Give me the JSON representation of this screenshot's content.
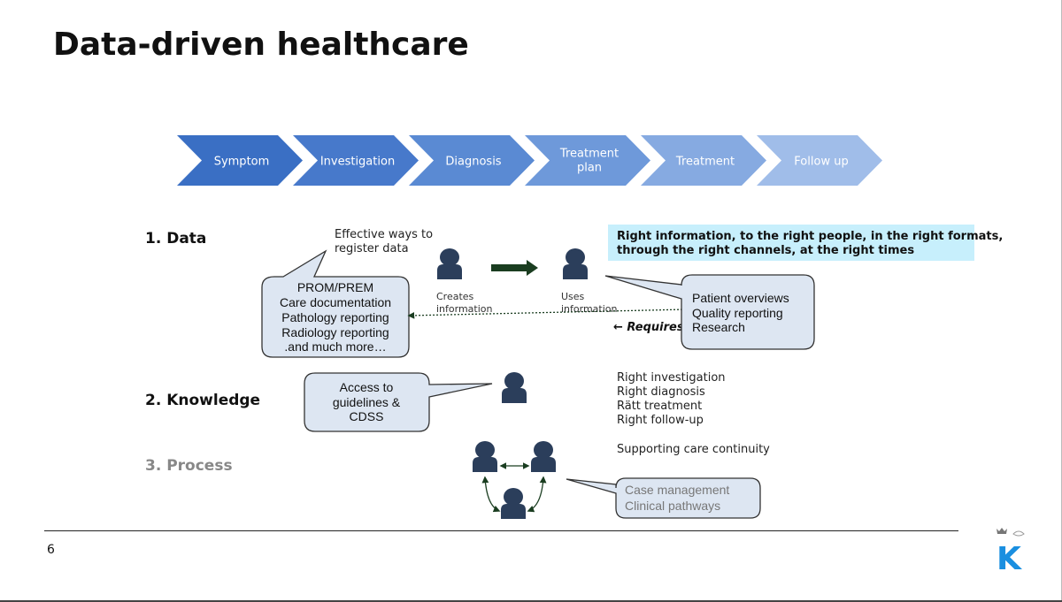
{
  "title": "Data-driven healthcare",
  "process_steps": [
    {
      "line1": "Symptom",
      "line2": "",
      "color": "#3a6fc4"
    },
    {
      "line1": "Investigation",
      "line2": "",
      "color": "#4779cb"
    },
    {
      "line1": "Diagnosis",
      "line2": "",
      "color": "#5a8ad3"
    },
    {
      "line1": "Treatment",
      "line2": "plan",
      "color": "#6e99da"
    },
    {
      "line1": "Treatment",
      "line2": "",
      "color": "#86aae1"
    },
    {
      "line1": "Follow up",
      "line2": "",
      "color": "#a0bde9"
    }
  ],
  "sections": {
    "data": "1. Data",
    "knowledge": "2. Knowledge",
    "process": "3. Process"
  },
  "data_row": {
    "register_note": [
      "Effective ways to",
      "register data"
    ],
    "register_callout": [
      "PROM/PREM",
      "Care documentation",
      "Pathology reporting",
      "Radiology reporting",
      ".and much more…"
    ],
    "creates_label": [
      "Creates",
      "information"
    ],
    "uses_label": [
      "Uses",
      "information"
    ],
    "requires_label": "← Requires",
    "highlight": [
      "Right information, to the right people, in the right formats,",
      "through the right channels, at the right times"
    ],
    "uses_callout": [
      "Patient overviews",
      "Quality reporting",
      "Research"
    ]
  },
  "knowledge_row": {
    "callout": [
      "Access to",
      "guidelines &",
      "CDSS"
    ],
    "rights": [
      "Right investigation",
      "Right diagnosis",
      "Rätt treatment",
      "Right follow-up"
    ]
  },
  "process_row": {
    "continuity": "Supporting care continuity",
    "callout": [
      "Case management",
      "Clinical pathways"
    ]
  },
  "footer": {
    "page_number": "6",
    "logo_letter": "K"
  },
  "colors": {
    "person": "#2b3e5b",
    "callout_fill": "#dde6f2",
    "callout_stroke": "#333333",
    "highlight_fill": "#c7effc",
    "arrow_dark": "#1a3d20",
    "logo_blue": "#1a8fe0"
  }
}
